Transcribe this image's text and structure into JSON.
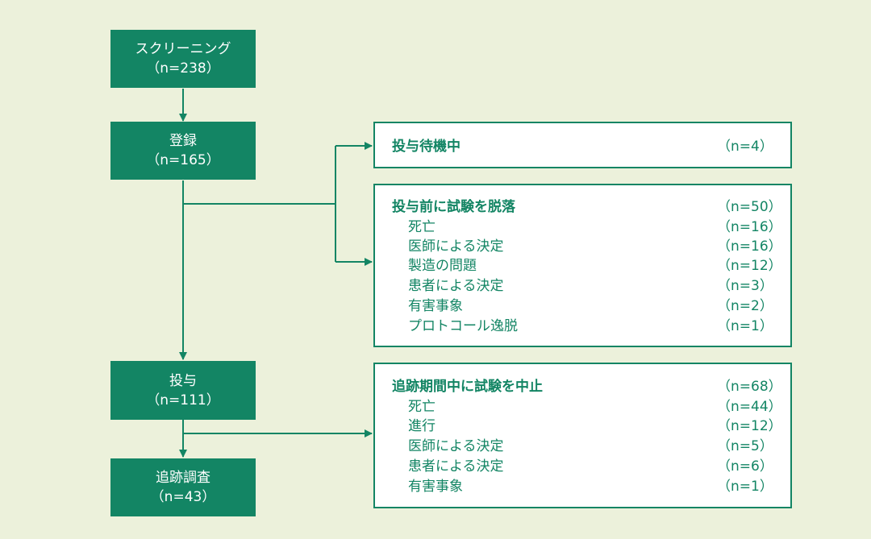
{
  "colors": {
    "background": "#ecf1db",
    "accent": "#138564",
    "panel": "#ffffff"
  },
  "stages": {
    "screening": {
      "label": "スクリーニング",
      "count": "（n=238）"
    },
    "enrollment": {
      "label": "登録",
      "count": "（n=165）"
    },
    "dosing": {
      "label": "投与",
      "count": "（n=111）"
    },
    "followup": {
      "label": "追跡調査",
      "count": "（n=43）"
    }
  },
  "waiting": {
    "label": "投与待機中",
    "count": "（n=4）"
  },
  "pre_dose_dropout": {
    "label": "投与前に試験を脱落",
    "count": "（n=50）",
    "reasons": [
      {
        "label": "死亡",
        "count": "（n=16）"
      },
      {
        "label": "医師による決定",
        "count": "（n=16）"
      },
      {
        "label": "製造の問題",
        "count": "（n=12）"
      },
      {
        "label": "患者による決定",
        "count": "（n=3）"
      },
      {
        "label": "有害事象",
        "count": "（n=2）"
      },
      {
        "label": "プロトコール逸脱",
        "count": "（n=1）"
      }
    ]
  },
  "followup_discontinued": {
    "label": "追跡期間中に試験を中止",
    "count": "（n=68）",
    "reasons": [
      {
        "label": "死亡",
        "count": "（n=44）"
      },
      {
        "label": "進行",
        "count": "（n=12）"
      },
      {
        "label": "医師による決定",
        "count": "（n=5）"
      },
      {
        "label": "患者による決定",
        "count": "（n=6）"
      },
      {
        "label": "有害事象",
        "count": "（n=1）"
      }
    ]
  }
}
